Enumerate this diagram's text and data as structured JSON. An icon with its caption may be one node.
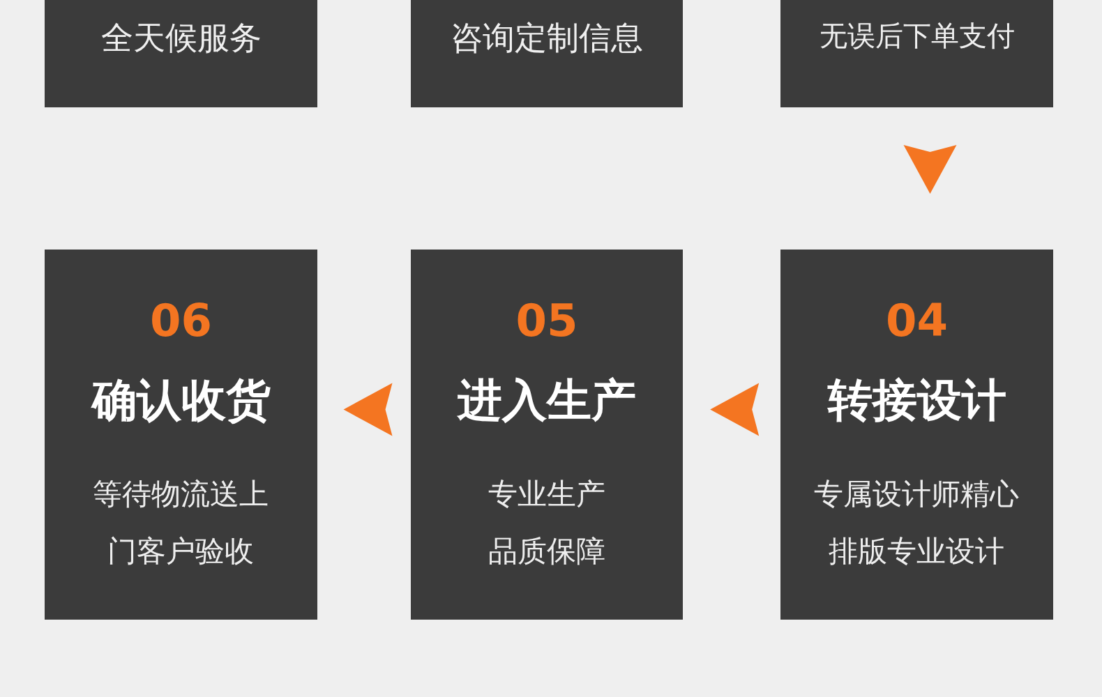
{
  "diagram": {
    "nodes": [
      {
        "text": [
          "全天候服务"
        ]
      },
      {
        "text": [
          "咨询定制信息"
        ]
      },
      {
        "text": [
          "无误后下单支付"
        ]
      },
      {
        "text": [
          "04",
          "转接设计",
          "专属设计师精心排版专业设计"
        ]
      },
      {
        "text": [
          "05",
          "进入生产",
          "专业生产品质保障"
        ]
      },
      {
        "text": [
          "06",
          "确认收货",
          "等待物流送上门客户验收"
        ]
      }
    ],
    "edges": [
      {
        "from": 2,
        "to": 3,
        "arrow": "to"
      },
      {
        "from": 3,
        "to": 4,
        "arrow": "to"
      },
      {
        "from": 4,
        "to": 5,
        "arrow": "to"
      }
    ]
  }
}
